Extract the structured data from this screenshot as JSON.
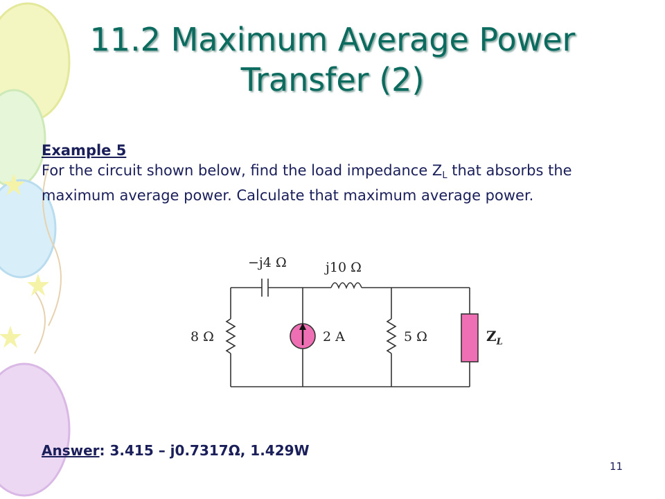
{
  "slide": {
    "title_line1": "11.2 Maximum Average Power",
    "title_line2": "Transfer (2)",
    "example_heading": "Example 5",
    "problem_part1": "For the circuit shown below, find the load impedance Z",
    "problem_sub": "L",
    "problem_part2": " that absorbs the maximum average power. Calculate that maximum average power.",
    "answer_label": "Answer",
    "answer_value": ": 3.415 – j0.7317Ω, 1.429W",
    "page_number": "11"
  },
  "circuit": {
    "capacitor_label": "−j4 Ω",
    "inductor_label": "j10 Ω",
    "resistor1_label": "8 Ω",
    "source_label": "2 A",
    "resistor2_label": "5 Ω",
    "load_label_main": "Z",
    "load_label_sub": "L",
    "load_color": "#ef6fb4"
  }
}
